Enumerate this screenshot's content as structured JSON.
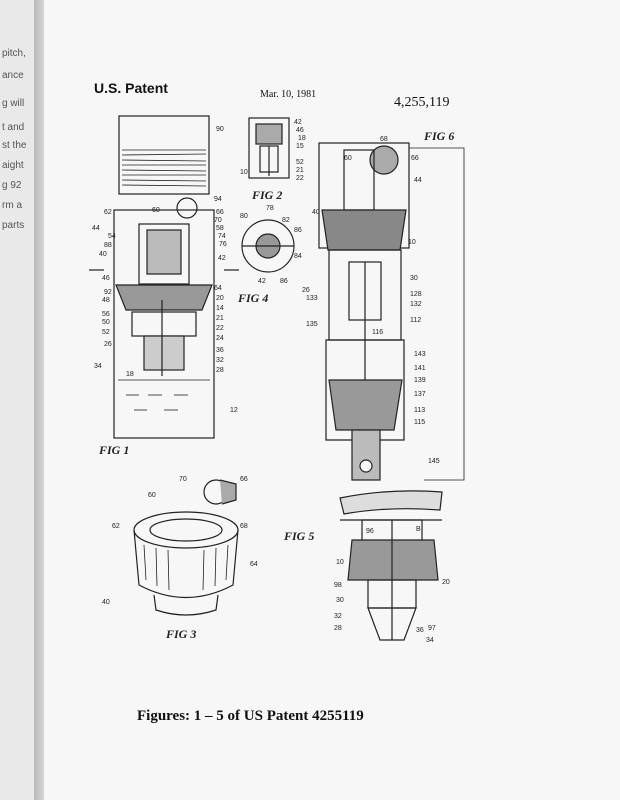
{
  "left_page_fragments": [
    "pitch,",
    "ance",
    "g will",
    "t and",
    "st the",
    "aight",
    "g 92",
    "rm a",
    "parts"
  ],
  "header": {
    "left": "U.S. Patent",
    "date": "Mar. 10, 1981",
    "number": "4,255,119"
  },
  "figures": {
    "fig1": "FIG 1",
    "fig2": "FIG 2",
    "fig3": "FIG 3",
    "fig4": "FIG 4",
    "fig5": "FIG 5",
    "fig6": "FIG 6"
  },
  "caption": "Figures: 1 – 5 of US Patent 4255119"
}
